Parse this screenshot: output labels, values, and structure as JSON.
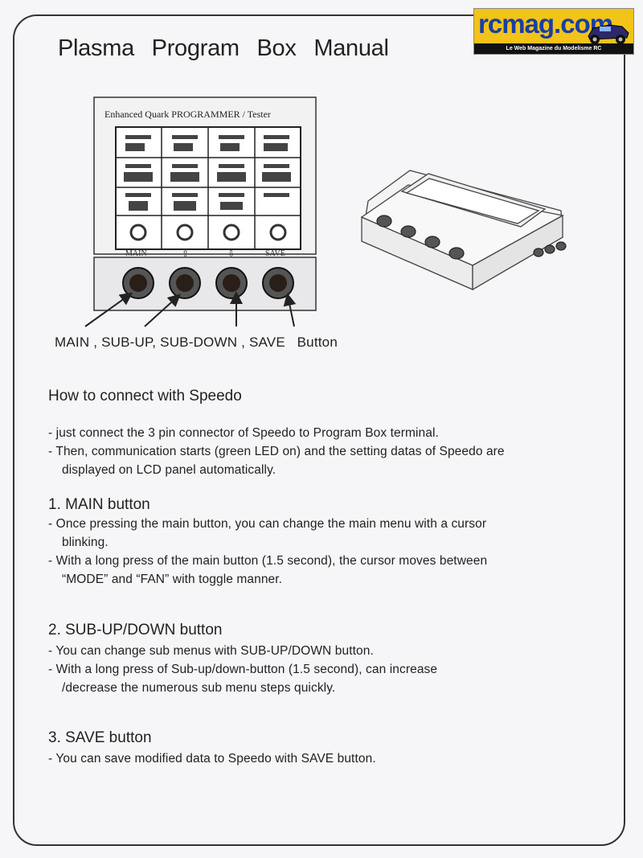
{
  "logo": {
    "brand": "rcmag.com",
    "tagline": "Le Web Magazine du Modelisme RC"
  },
  "title": "Plasma Program Box Manual",
  "device": {
    "header": "Enhanced Quark PROGRAMMER / Tester",
    "button_labels": [
      "MAIN",
      "⇧",
      "⇩",
      "SAVE"
    ]
  },
  "caption": "MAIN , SUB-UP, SUB-DOWN , SAVE   Button",
  "sections": {
    "connect": {
      "heading": "How to connect with Speedo",
      "line1": "- just connect the 3 pin connector of Speedo to Program Box terminal.",
      "line2": "- Then, communication starts (green LED on) and the setting datas of Speedo are",
      "line3": "displayed on LCD panel automatically."
    },
    "main": {
      "heading": "1. MAIN button",
      "line1": "- Once pressing the main button, you can change the main menu with a cursor",
      "line2": "blinking.",
      "line3": "- With a long press of the main button (1.5 second), the cursor moves between",
      "line4": "“MODE” and “FAN” with toggle manner."
    },
    "sub": {
      "heading": "2. SUB-UP/DOWN button",
      "line1": "- You can change sub menus with SUB-UP/DOWN button.",
      "line2": "- With a long press of Sub-up/down-button (1.5 second), can increase",
      "line3": "/decrease the numerous sub menu steps quickly."
    },
    "save": {
      "heading": "3. SAVE button",
      "line1": "- You can save modified data to Speedo with SAVE button."
    }
  }
}
